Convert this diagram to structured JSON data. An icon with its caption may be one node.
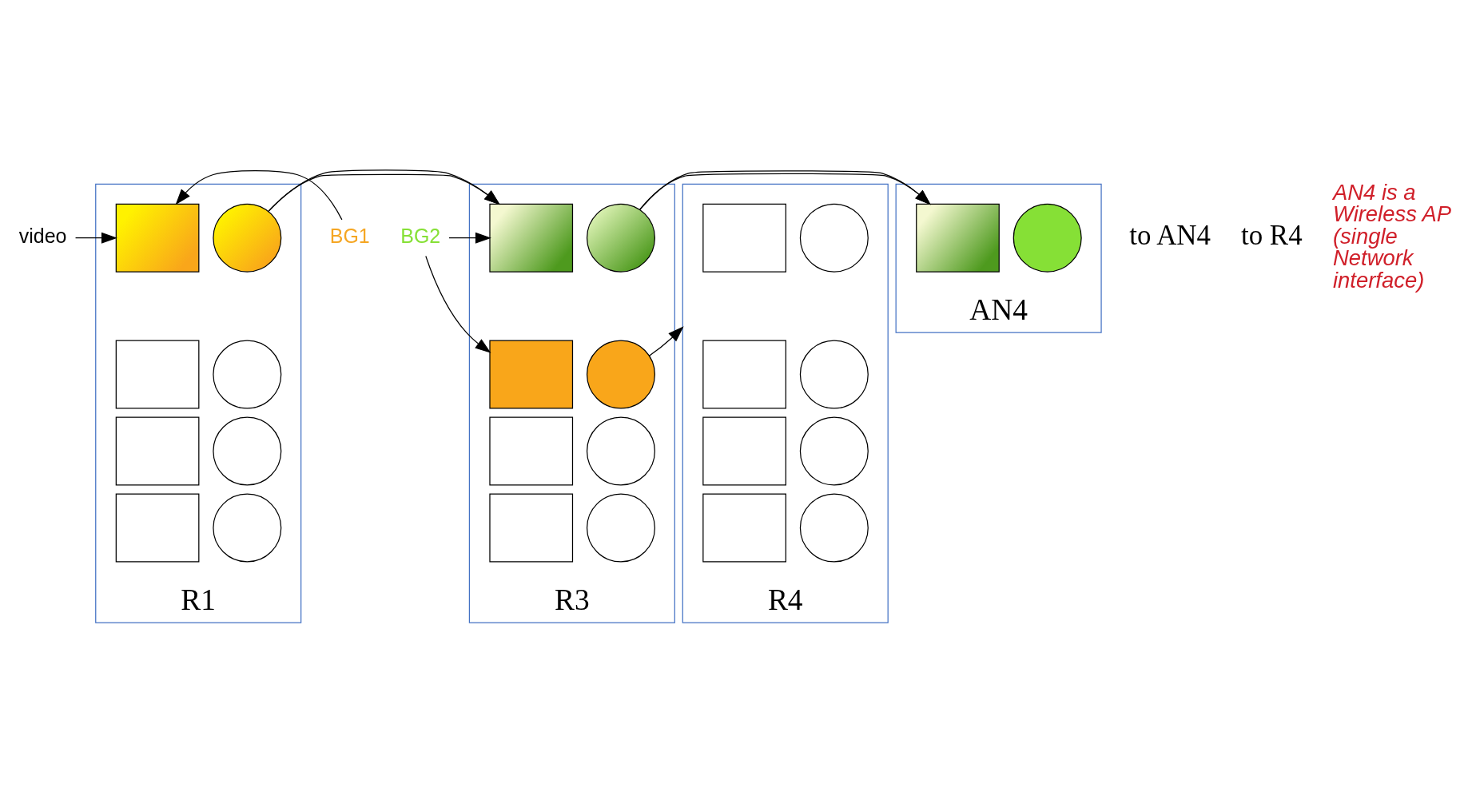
{
  "diagram": {
    "nodes": [
      {
        "text": [
          "R1"
        ]
      },
      {
        "text": [],
        "shape": "box",
        "in": 0
      },
      {
        "text": [],
        "shape": "circle",
        "in": 0
      },
      {
        "text": [],
        "shape": "box",
        "in": 0
      },
      {
        "text": [],
        "shape": "circle",
        "in": 0
      },
      {
        "text": [],
        "shape": "box",
        "in": 0
      },
      {
        "text": [],
        "shape": "circle",
        "in": 0
      },
      {
        "text": [],
        "shape": "box",
        "in": 0
      },
      {
        "text": [],
        "shape": "circle",
        "in": 0
      },
      {
        "text": [
          "R3"
        ]
      },
      {
        "text": [],
        "shape": "box",
        "in": 9
      },
      {
        "text": [],
        "shape": "circle",
        "in": 9
      },
      {
        "text": [],
        "shape": "box",
        "in": 9
      },
      {
        "text": [],
        "shape": "circle",
        "in": 9
      },
      {
        "text": [],
        "shape": "box",
        "in": 9
      },
      {
        "text": [],
        "shape": "circle",
        "in": 9
      },
      {
        "text": [],
        "shape": "box",
        "in": 9
      },
      {
        "text": [],
        "shape": "circle",
        "in": 9
      },
      {
        "text": [
          "AN4"
        ]
      },
      {
        "text": [],
        "shape": "box",
        "in": 18
      },
      {
        "text": [],
        "shape": "circle",
        "in": 18
      },
      {
        "text": [
          "R4"
        ]
      },
      {
        "text": [],
        "shape": "box",
        "in": 21
      },
      {
        "text": [],
        "shape": "circle",
        "in": 21
      },
      {
        "text": [],
        "shape": "box",
        "in": 21
      },
      {
        "text": [],
        "shape": "circle",
        "in": 21
      },
      {
        "text": [],
        "shape": "box",
        "in": 21
      },
      {
        "text": [],
        "shape": "circle",
        "in": 21
      },
      {
        "text": [],
        "shape": "box",
        "in": 21
      },
      {
        "text": [],
        "shape": "circle",
        "in": 21
      },
      {
        "text": [
          "video"
        ]
      },
      {
        "text": [
          "BG1"
        ]
      },
      {
        "text": [
          "BG2"
        ]
      }
    ],
    "edges": [
      {
        "from": 30,
        "to": 1,
        "arrow": "to"
      },
      {
        "from": 31,
        "to": 1,
        "arrow": "to"
      },
      {
        "from": 2,
        "to": 10,
        "arrow": "to"
      },
      {
        "from": 32,
        "to": 10,
        "arrow": "to"
      },
      {
        "from": 32,
        "to": 12,
        "arrow": "to"
      },
      {
        "from": 11,
        "to": 19,
        "arrow": "to"
      },
      {
        "from": 13,
        "to": 21,
        "arrow": "to"
      }
    ],
    "labels": [
      "to AN4",
      "to R4",
      "AN4 is a Wireless AP (single Network interface)"
    ]
  }
}
